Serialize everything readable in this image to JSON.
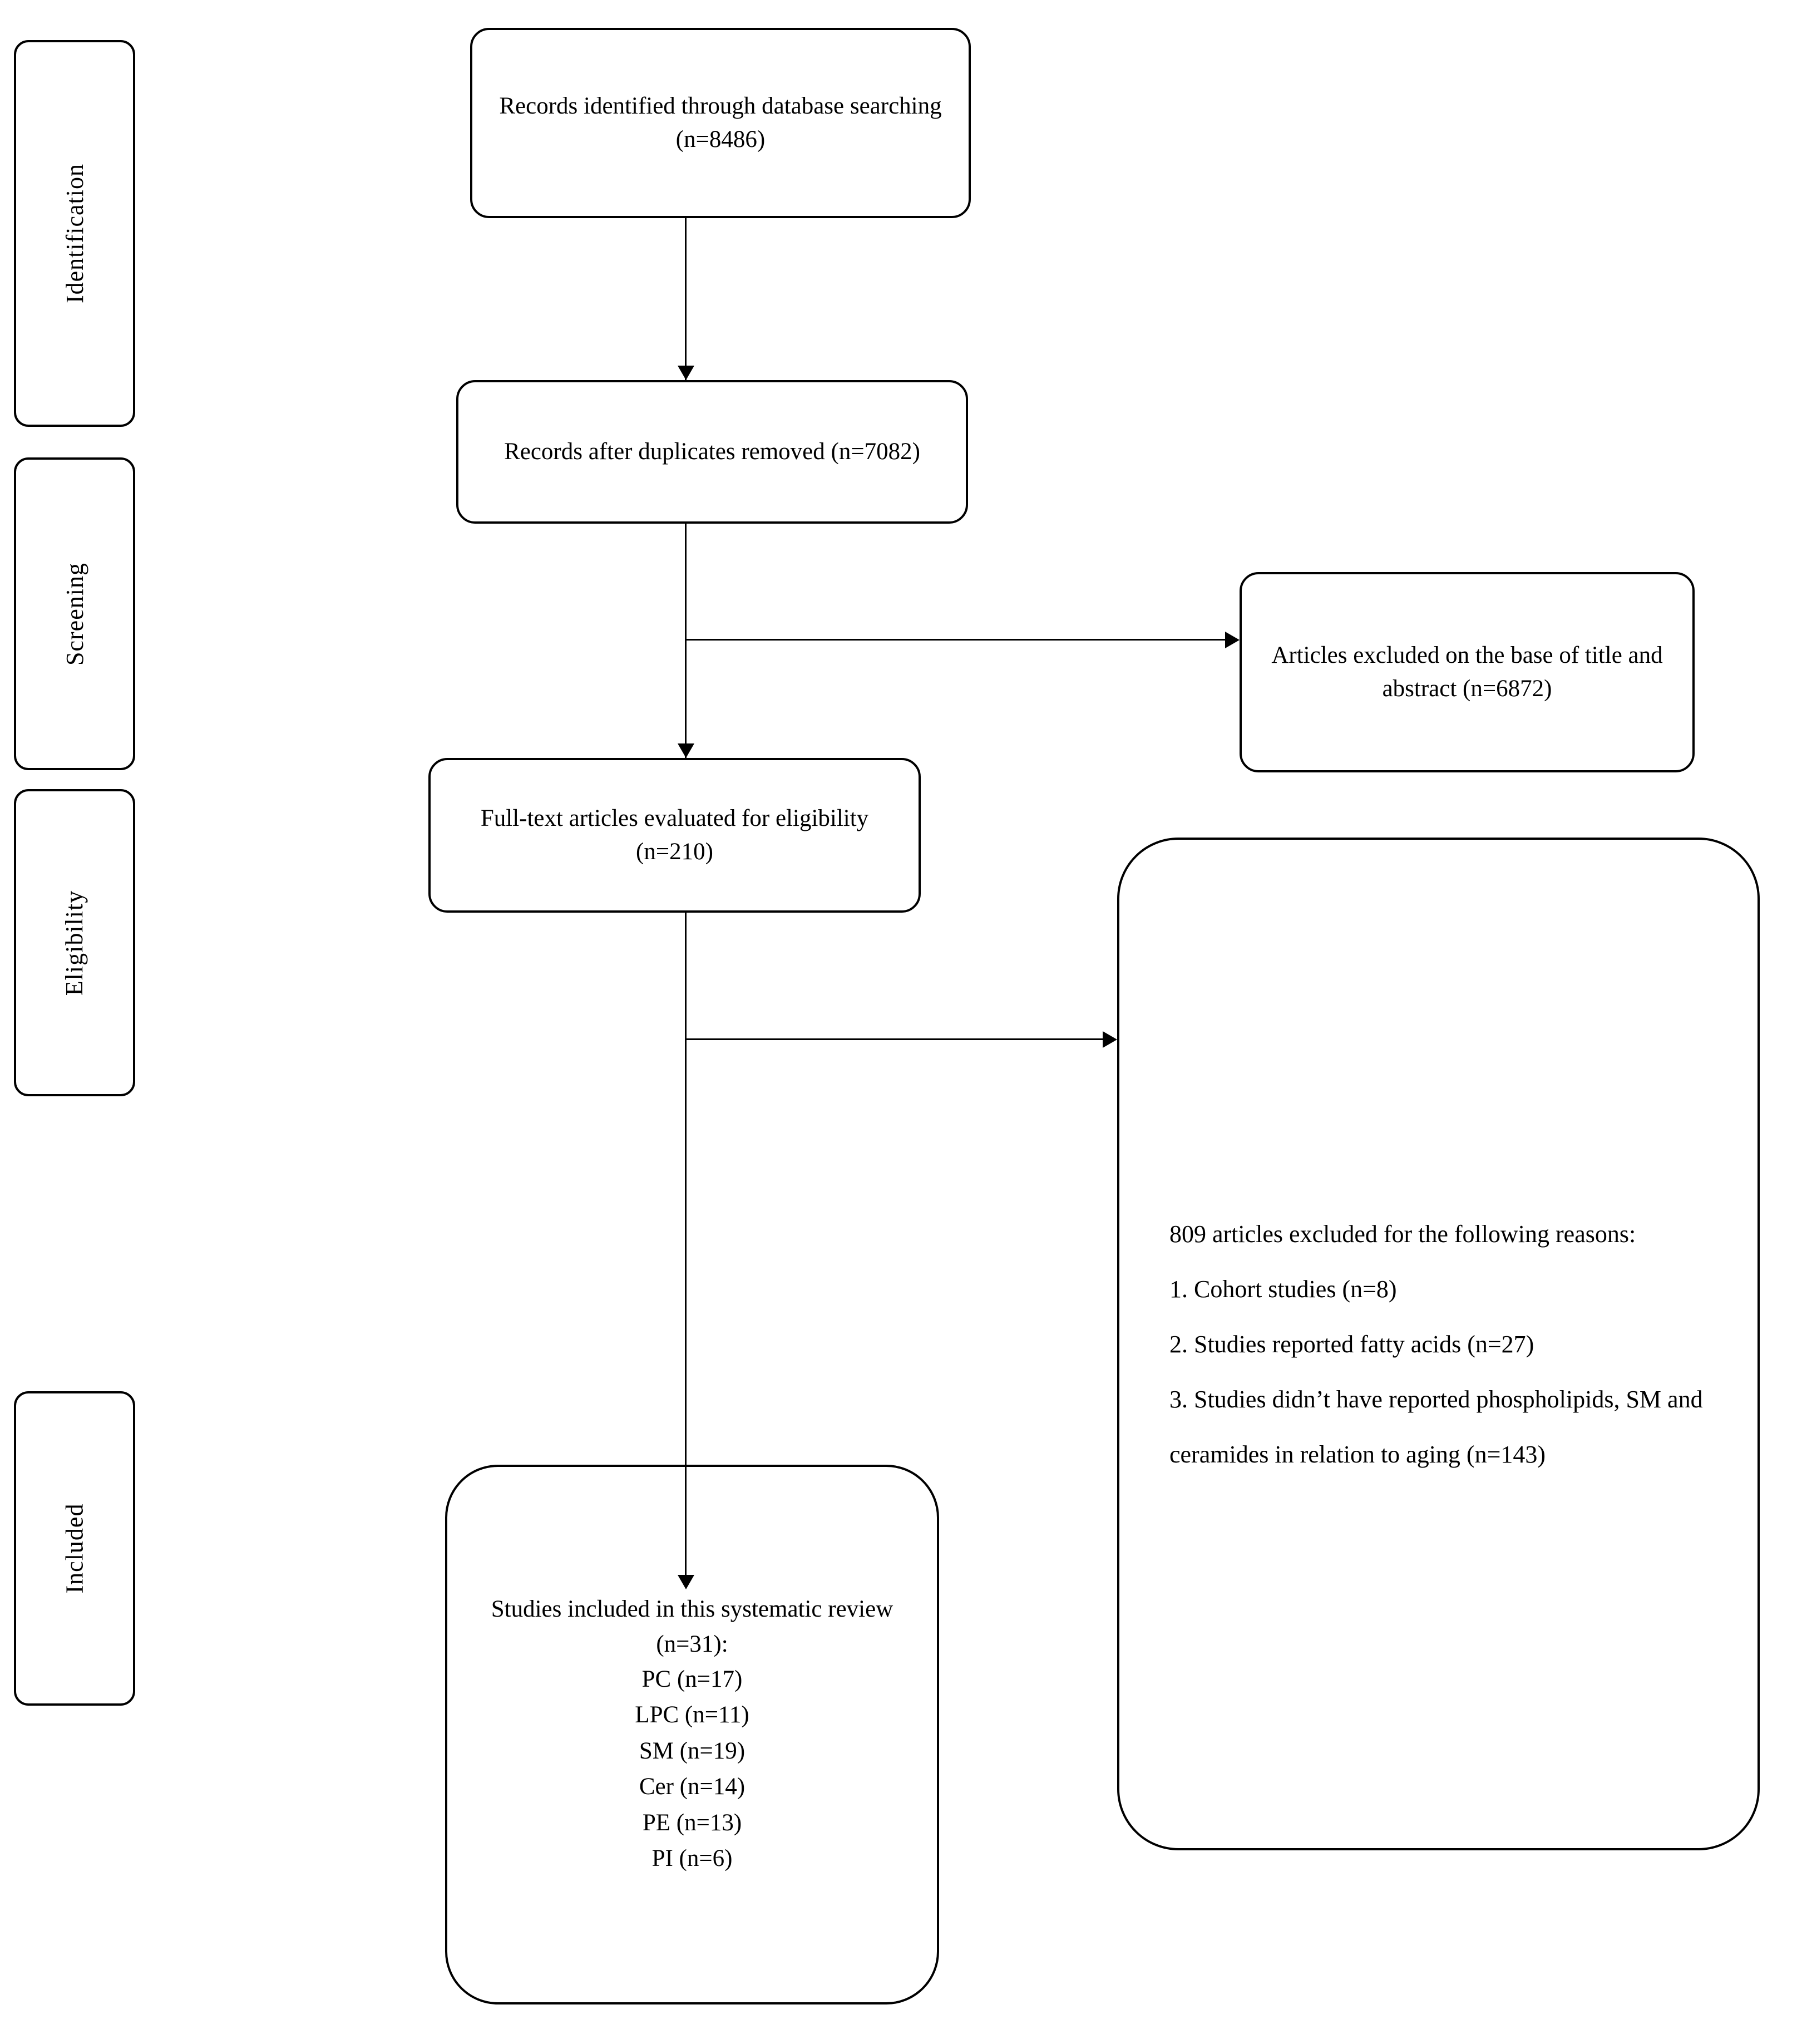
{
  "stages": [
    {
      "label": "Identification"
    },
    {
      "label": "Screening"
    },
    {
      "label": "Eligibility"
    },
    {
      "label": "Included"
    }
  ],
  "flow": {
    "identified": "Records identified through database searching (n=8486)",
    "duplicates_removed": "Records after duplicates removed (n=7082)",
    "excluded_title_abstract": "Articles excluded on the base of title and abstract (n=6872)",
    "fulltext_evaluated": "Full-text articles evaluated for eligibility (n=210)",
    "excluded_fulltext": {
      "lines": [
        "809 articles excluded for the following reasons:",
        "1. Cohort studies (n=8)",
        "2. Studies reported fatty acids (n=27)",
        "3. Studies didn’t have reported phospholipids, SM and ceramides in relation to aging (n=143)"
      ]
    },
    "included": {
      "heading": "Studies included in this systematic review (n=31):",
      "items": [
        "PC (n=17)",
        "LPC (n=11)",
        "SM (n=19)",
        "Cer (n=14)",
        "PE (n=13)",
        "PI (n=6)"
      ]
    }
  }
}
